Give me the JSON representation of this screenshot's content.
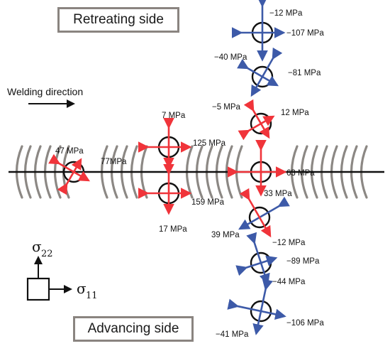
{
  "labels": {
    "retreating_side": "Retreating side",
    "advancing_side": "Advancing side",
    "welding_direction": "Welding direction",
    "sigma_22": {
      "symbol": "σ",
      "sub": "22"
    },
    "sigma_11": {
      "symbol": "σ",
      "sub": "11"
    }
  },
  "colors": {
    "compressive": "#3d5aa8",
    "tensile": "#f0343a",
    "weld_line": "#111111",
    "arc": "#8c8884"
  },
  "stress_points": [
    {
      "id": "p1",
      "color": "tensile",
      "text_a": "47 MPa",
      "text_b": "77MPa"
    },
    {
      "id": "p2",
      "color": "tensile",
      "text_a": "7 MPa",
      "text_b": "125 MPa"
    },
    {
      "id": "p3",
      "color": "tensile",
      "text_a": "159 MPa",
      "text_b": "17 MPa"
    },
    {
      "id": "p4",
      "color": "compressive",
      "text_a": "−12 MPa",
      "text_b": "−107 MPa"
    },
    {
      "id": "p5",
      "color": "compressive",
      "text_a": "−40 MPa",
      "text_b": "−81 MPa"
    },
    {
      "id": "p6",
      "color": "tensile",
      "text_a": "−5 MPa",
      "text_b": "12 MPa"
    },
    {
      "id": "p7",
      "color": "tensile",
      "text_a": "63 MPa",
      "text_b": "33 MPa"
    },
    {
      "id": "p8",
      "color": "mixed",
      "text_a": "39 MPa",
      "text_b": "−12 MPa"
    },
    {
      "id": "p9",
      "color": "compressive",
      "text_a": "−89 MPa",
      "text_b": "−44 MPa"
    },
    {
      "id": "p10",
      "color": "compressive",
      "text_a": "−106 MPa",
      "text_b": "−41 MPa"
    }
  ]
}
